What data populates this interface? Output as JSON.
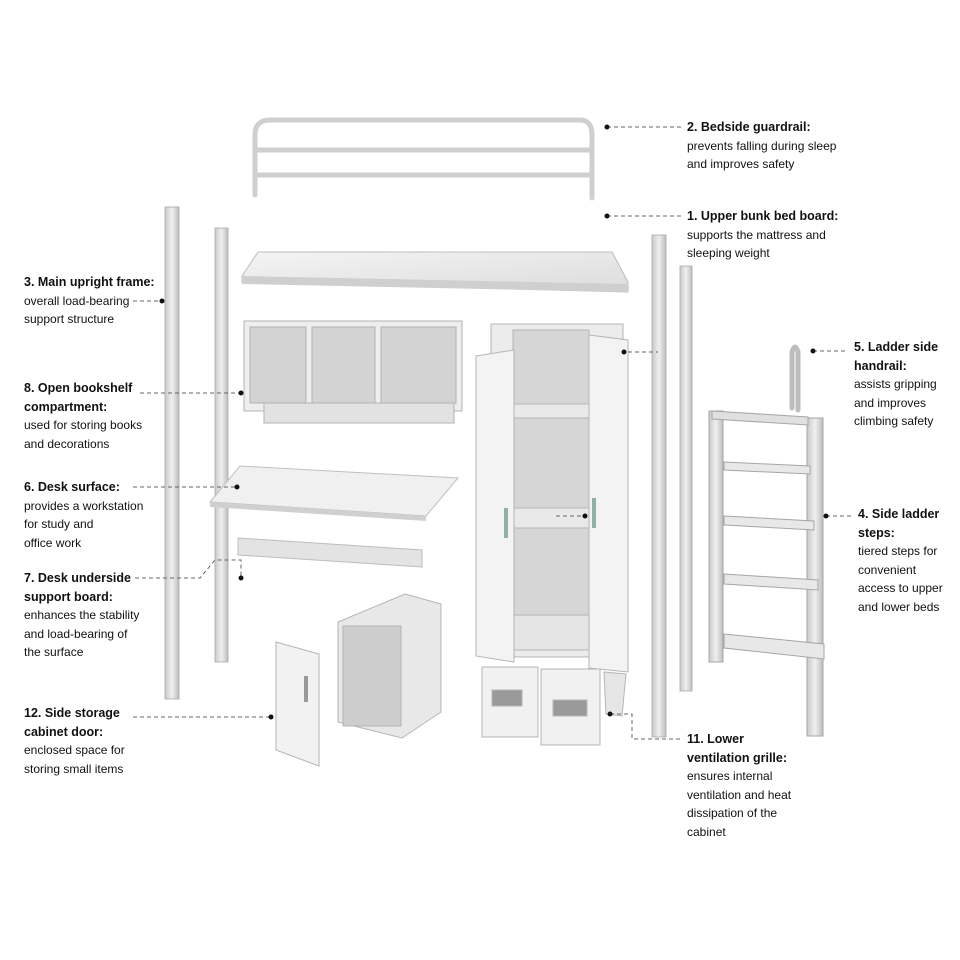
{
  "labels": {
    "guardrail": {
      "title": "2. Bedside guardrail:",
      "desc": "prevents falling during sleep\nand improves safety"
    },
    "bed_board": {
      "title": "1. Upper bunk bed board:",
      "desc": "supports the mattress and\nsleeping weight"
    },
    "frame": {
      "title": "3. Main upright frame:",
      "desc": "overall load-bearing\nsupport structure"
    },
    "handrail": {
      "title": "5. Ladder side\nhandrail:",
      "desc": "assists gripping\nand improves\nclimbing safety"
    },
    "bookshelf": {
      "title": "8. Open bookshelf\ncompartment:",
      "desc": "used for storing books\nand decorations"
    },
    "desk": {
      "title": "6. Desk surface:",
      "desc": "provides a workstation\nfor study and\noffice work"
    },
    "steps": {
      "title": "4. Side ladder\nsteps:",
      "desc": "tiered steps for\nconvenient\naccess to upper\nand lower beds"
    },
    "support_board": {
      "title": "7. Desk underside\nsupport board:",
      "desc": "enhances the stability\nand load-bearing of\nthe surface"
    },
    "side_door": {
      "title": "12. Side storage\ncabinet door:",
      "desc": "enclosed space for\nstoring small items"
    },
    "grille": {
      "title": "11. Lower\nventilation grille:",
      "desc": "ensures internal\nventilation and heat\ndissipation of the\ncabinet"
    }
  }
}
